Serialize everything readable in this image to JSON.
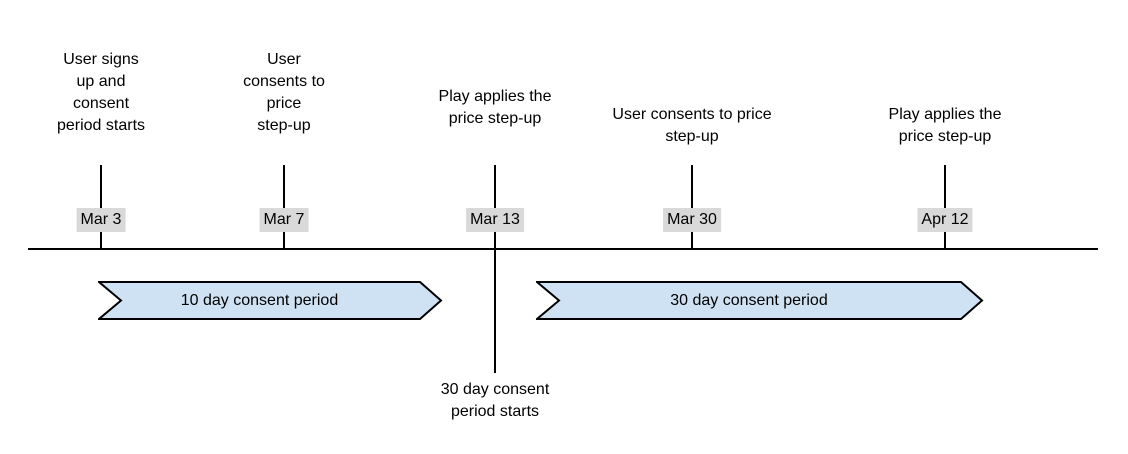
{
  "colors": {
    "banner_fill": "#cfe2f3",
    "banner_border": "#000000",
    "date_chip_bg": "#d9d9d9",
    "line": "#000000"
  },
  "timeline": {
    "events": [
      {
        "label": "User signs\nup and\nconsent\nperiod starts",
        "date": "Mar 3"
      },
      {
        "label": "User\nconsents to\nprice\nstep-up",
        "date": "Mar 7"
      },
      {
        "label": "Play applies the\nprice step-up",
        "date": "Mar 13"
      },
      {
        "label": "User consents to price\nstep-up",
        "date": "Mar 30"
      },
      {
        "label": "Play applies the\nprice step-up",
        "date": "Apr 12"
      }
    ],
    "periods": [
      {
        "label": "10 day consent period"
      },
      {
        "label": "30 day consent period"
      }
    ],
    "annotation": "30 day consent\nperiod starts"
  }
}
